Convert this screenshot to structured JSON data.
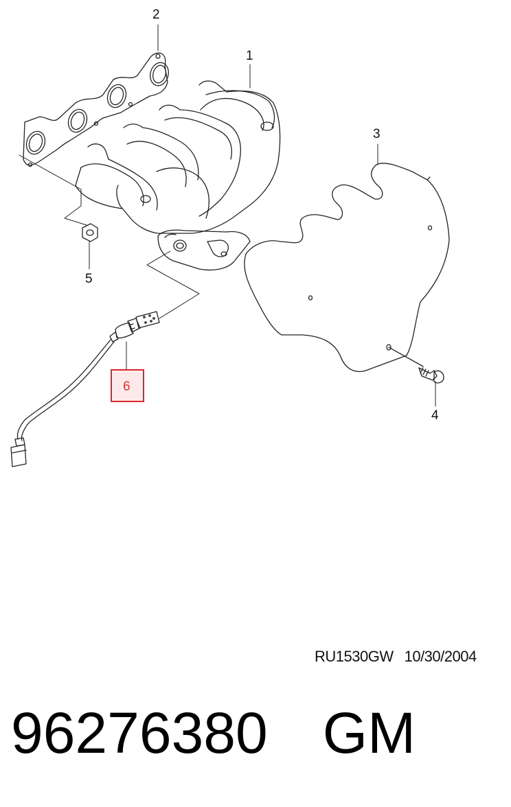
{
  "callouts": [
    {
      "id": "1",
      "label": "1"
    },
    {
      "id": "2",
      "label": "2"
    },
    {
      "id": "3",
      "label": "3"
    },
    {
      "id": "4",
      "label": "4"
    },
    {
      "id": "5",
      "label": "5"
    },
    {
      "id": "6",
      "label": "6",
      "highlighted": true
    }
  ],
  "reference": {
    "code": "RU1530GW",
    "date": "10/30/2004"
  },
  "footer": {
    "part_number": "96276380",
    "brand": "GM"
  },
  "colors": {
    "line": "#222222",
    "highlight_border": "#d9262c",
    "highlight_fill": "#fde9ea",
    "highlight_text": "#d23a3a"
  }
}
